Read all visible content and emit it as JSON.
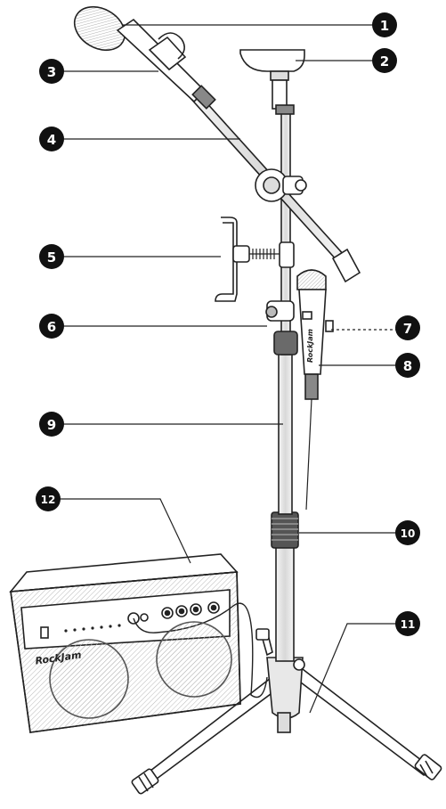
{
  "diagram": {
    "callouts": [
      {
        "id": "1",
        "label": "1"
      },
      {
        "id": "2",
        "label": "2"
      },
      {
        "id": "3",
        "label": "3"
      },
      {
        "id": "4",
        "label": "4"
      },
      {
        "id": "5",
        "label": "5"
      },
      {
        "id": "6",
        "label": "6"
      },
      {
        "id": "7",
        "label": "7"
      },
      {
        "id": "8",
        "label": "8"
      },
      {
        "id": "9",
        "label": "9"
      },
      {
        "id": "10",
        "label": "10"
      },
      {
        "id": "11",
        "label": "11"
      },
      {
        "id": "12",
        "label": "12"
      }
    ],
    "speaker_brand": "RockJam",
    "mic_brand": "RockJam"
  }
}
